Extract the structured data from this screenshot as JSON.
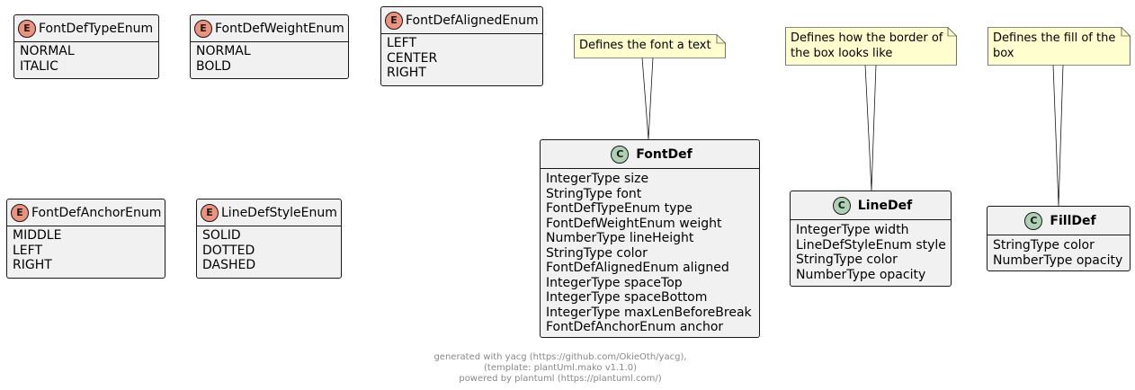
{
  "enums": [
    {
      "name": "FontDefTypeEnum",
      "badge": "E",
      "values": [
        "NORMAL",
        "ITALIC"
      ]
    },
    {
      "name": "FontDefWeightEnum",
      "badge": "E",
      "values": [
        "NORMAL",
        "BOLD"
      ]
    },
    {
      "name": "FontDefAlignedEnum",
      "badge": "E",
      "values": [
        "LEFT",
        "CENTER",
        "RIGHT"
      ]
    },
    {
      "name": "FontDefAnchorEnum",
      "badge": "E",
      "values": [
        "MIDDLE",
        "LEFT",
        "RIGHT"
      ]
    },
    {
      "name": "LineDefStyleEnum",
      "badge": "E",
      "values": [
        "SOLID",
        "DOTTED",
        "DASHED"
      ]
    }
  ],
  "classes": [
    {
      "name": "FontDef",
      "badge": "C",
      "fields": [
        "IntegerType size",
        "StringType font",
        "FontDefTypeEnum type",
        "FontDefWeightEnum weight",
        "NumberType lineHeight",
        "StringType color",
        "FontDefAlignedEnum aligned",
        "IntegerType spaceTop",
        "IntegerType spaceBottom",
        "IntegerType maxLenBeforeBreak",
        "FontDefAnchorEnum anchor"
      ]
    },
    {
      "name": "LineDef",
      "badge": "C",
      "fields": [
        "IntegerType width",
        "LineDefStyleEnum style",
        "StringType color",
        "NumberType opacity"
      ]
    },
    {
      "name": "FillDef",
      "badge": "C",
      "fields": [
        "StringType color",
        "NumberType opacity"
      ]
    }
  ],
  "notes": [
    {
      "line1": "Defines the font a text",
      "line2": ""
    },
    {
      "line1": "Defines how the border of",
      "line2": "the box looks like"
    },
    {
      "line1": "Defines the fill of the",
      "line2": "box"
    }
  ],
  "footer": {
    "line1": "generated with yacg (https://github.com/OkieOth/yacg),",
    "line2": "(template: plantUml.mako v1.1.0)",
    "line3": "powered by plantuml (https://plantuml.com/)"
  }
}
